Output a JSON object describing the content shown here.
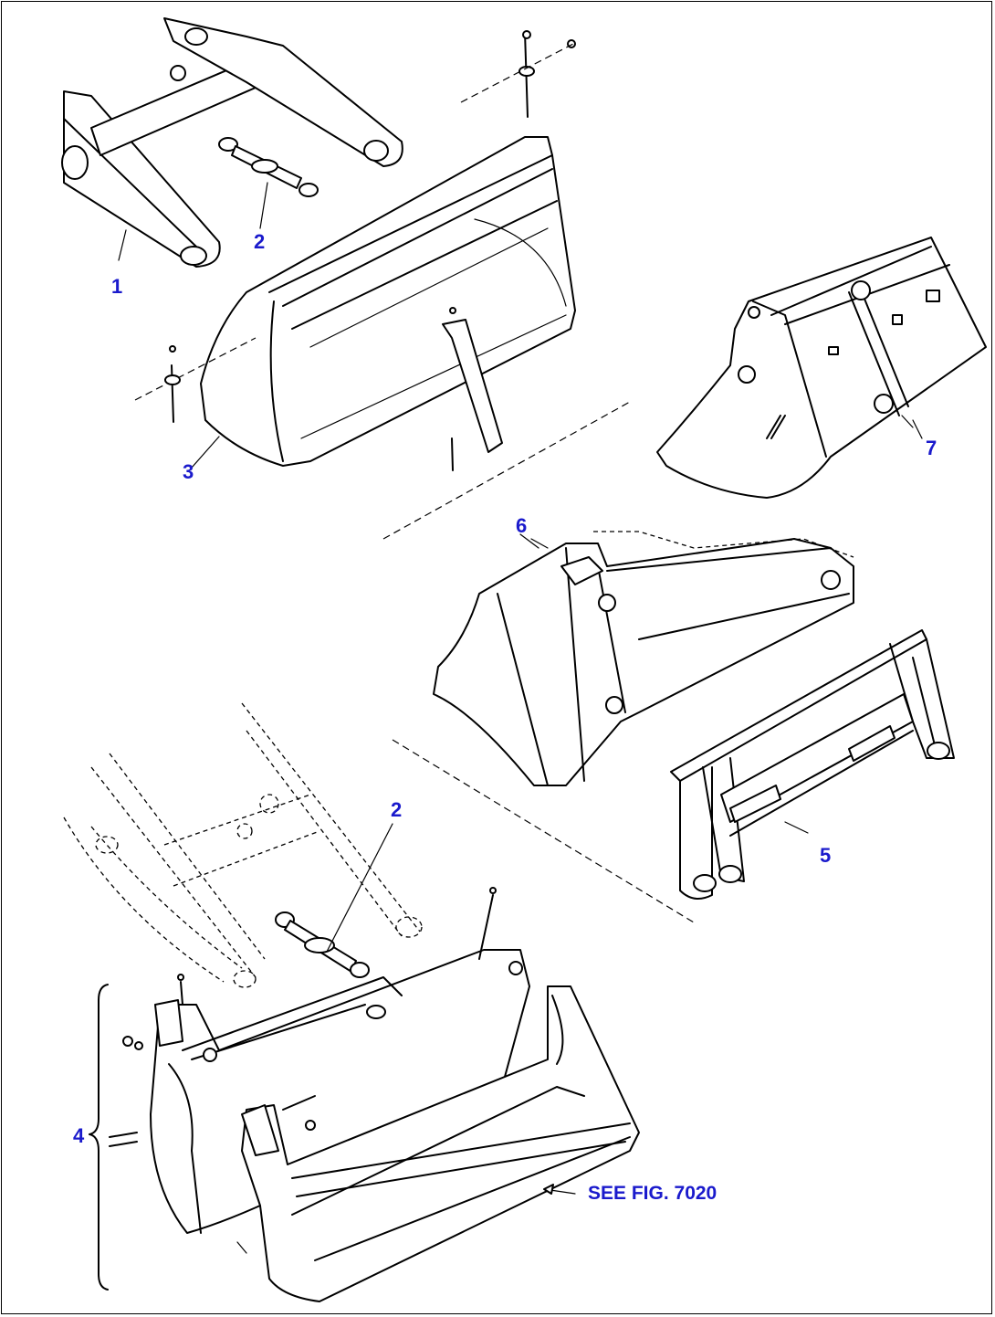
{
  "callouts": {
    "c1": "1",
    "c2a": "2",
    "c2b": "2",
    "c3": "3",
    "c4": "4",
    "c5": "5",
    "c6": "6",
    "c7": "7"
  },
  "reference_text": "SEE FIG. 7020",
  "colors": {
    "callout": "#1a1acc",
    "line": "#000000",
    "background": "#ffffff"
  }
}
